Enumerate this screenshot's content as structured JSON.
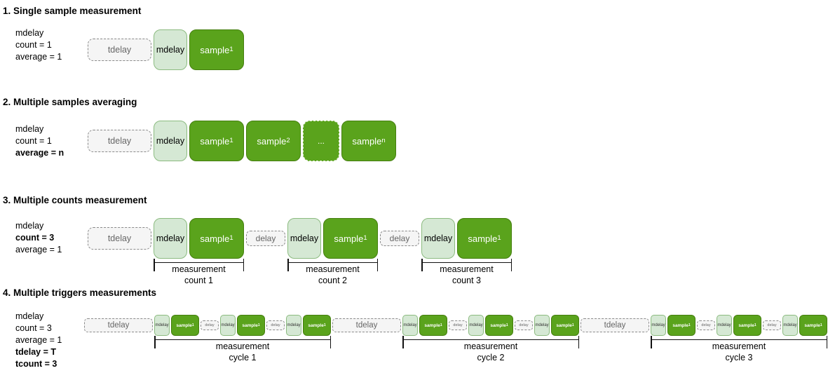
{
  "colors": {
    "sample_fill": "#5aa31c",
    "sample_border": "#447e0e",
    "mdelay_fill": "#d5e8d4",
    "mdelay_border": "#8cbb80",
    "delay_fill": "#f5f5f5",
    "delay_border": "#8a8a8a",
    "gray_text": "#666666"
  },
  "sections": [
    {
      "title": "1. Single sample measurement",
      "size": "large",
      "params": [
        {
          "text": "mdelay",
          "bold": false
        },
        {
          "text": "count = 1",
          "bold": false
        },
        {
          "text": "average = 1",
          "bold": false
        }
      ],
      "timeline": [
        {
          "type": "tdelay",
          "label": "tdelay"
        },
        {
          "type": "mdelay",
          "label": "mdelay"
        },
        {
          "type": "sample",
          "label": "sample",
          "sub": "1"
        }
      ],
      "brackets": []
    },
    {
      "title": "2. Multiple samples averaging",
      "size": "large",
      "params": [
        {
          "text": "mdelay",
          "bold": false
        },
        {
          "text": "count = 1",
          "bold": false
        },
        {
          "text": "average = n",
          "bold": true
        }
      ],
      "timeline": [
        {
          "type": "tdelay",
          "label": "tdelay"
        },
        {
          "type": "mdelay",
          "label": "mdelay"
        },
        {
          "type": "sample",
          "label": "sample",
          "sub": "1"
        },
        {
          "type": "sample",
          "label": "sample",
          "sub": "2"
        },
        {
          "type": "dots",
          "label": "..."
        },
        {
          "type": "sample",
          "label": "sample",
          "sub": "n"
        }
      ],
      "brackets": []
    },
    {
      "title": "3. Multiple counts measurement",
      "size": "large",
      "params": [
        {
          "text": "mdelay",
          "bold": false
        },
        {
          "text": "count = 3",
          "bold": true
        },
        {
          "text": "average = 1",
          "bold": false
        }
      ],
      "timeline": [
        {
          "type": "tdelay",
          "label": "tdelay"
        },
        {
          "type": "mdelay",
          "label": "mdelay"
        },
        {
          "type": "sample",
          "label": "sample",
          "sub": "1"
        },
        {
          "type": "delay",
          "label": "delay"
        },
        {
          "type": "mdelay",
          "label": "mdelay"
        },
        {
          "type": "sample",
          "label": "sample",
          "sub": "1"
        },
        {
          "type": "delay",
          "label": "delay"
        },
        {
          "type": "mdelay",
          "label": "mdelay"
        },
        {
          "type": "sample",
          "label": "sample",
          "sub": "1"
        }
      ],
      "brackets": [
        {
          "from": 1,
          "to": 2,
          "line1": "measurement",
          "line2": "count 1"
        },
        {
          "from": 4,
          "to": 5,
          "line1": "measurement",
          "line2": "count 2"
        },
        {
          "from": 7,
          "to": 8,
          "line1": "measurement",
          "line2": "count 3"
        }
      ]
    },
    {
      "title": "4. Multiple triggers measurements",
      "size": "small",
      "params": [
        {
          "text": "mdelay",
          "bold": false
        },
        {
          "text": "count = 3",
          "bold": false
        },
        {
          "text": "average = 1",
          "bold": false
        },
        {
          "text": "tdelay = T",
          "bold": true
        },
        {
          "text": "tcount = 3",
          "bold": true
        }
      ],
      "timeline": [
        {
          "type": "tdelay",
          "label": "tdelay"
        },
        {
          "type": "mdelay",
          "label": "mdelay"
        },
        {
          "type": "sample",
          "label": "sample",
          "sub": "1"
        },
        {
          "type": "delay",
          "label": "delay"
        },
        {
          "type": "mdelay",
          "label": "mdelay"
        },
        {
          "type": "sample",
          "label": "sample",
          "sub": "1"
        },
        {
          "type": "delay",
          "label": "delay"
        },
        {
          "type": "mdelay",
          "label": "mdelay"
        },
        {
          "type": "sample",
          "label": "sample",
          "sub": "1"
        },
        {
          "type": "tdelay",
          "label": "tdelay"
        },
        {
          "type": "mdelay",
          "label": "mdelay"
        },
        {
          "type": "sample",
          "label": "sample",
          "sub": "1"
        },
        {
          "type": "delay",
          "label": "delay"
        },
        {
          "type": "mdelay",
          "label": "mdelay"
        },
        {
          "type": "sample",
          "label": "sample",
          "sub": "1"
        },
        {
          "type": "delay",
          "label": "delay"
        },
        {
          "type": "mdelay",
          "label": "mdelay"
        },
        {
          "type": "sample",
          "label": "sample",
          "sub": "1"
        },
        {
          "type": "tdelay",
          "label": "tdelay"
        },
        {
          "type": "mdelay",
          "label": "mdelay"
        },
        {
          "type": "sample",
          "label": "sample",
          "sub": "1"
        },
        {
          "type": "delay",
          "label": "delay"
        },
        {
          "type": "mdelay",
          "label": "mdelay"
        },
        {
          "type": "sample",
          "label": "sample",
          "sub": "1"
        },
        {
          "type": "delay",
          "label": "delay"
        },
        {
          "type": "mdelay",
          "label": "mdelay"
        },
        {
          "type": "sample",
          "label": "sample",
          "sub": "1"
        }
      ],
      "brackets": [
        {
          "from": 1,
          "to": 8,
          "line1": "measurement",
          "line2": "cycle 1"
        },
        {
          "from": 10,
          "to": 17,
          "line1": "measurement",
          "line2": "cycle 2"
        },
        {
          "from": 19,
          "to": 26,
          "line1": "measurement",
          "line2": "cycle 3"
        }
      ]
    }
  ]
}
